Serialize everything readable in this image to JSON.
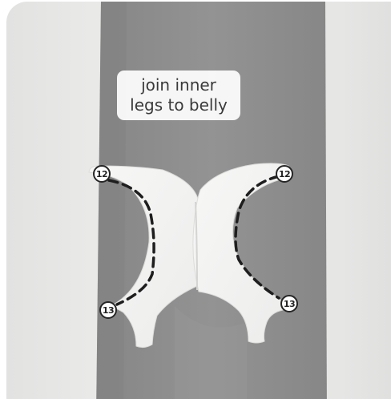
{
  "caption": {
    "line1": "join inner",
    "line2": "legs to belly"
  },
  "markers": {
    "left_top": "12",
    "right_top": "12",
    "left_bottom": "13",
    "right_bottom": "13"
  },
  "colors": {
    "fleece": "#8e8e8e",
    "felt": "#f4f4f3",
    "stitch_line": "#1e1e1e",
    "background": "#e6e6e5"
  }
}
